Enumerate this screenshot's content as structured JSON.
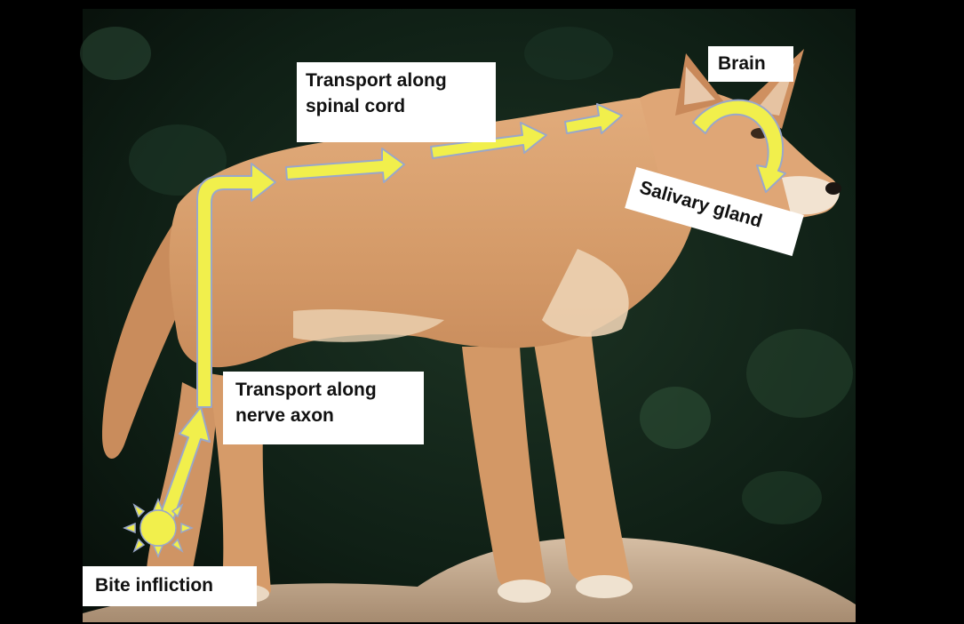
{
  "labels": {
    "brain": "Brain",
    "spinal_cord": "Transport along\nspinal cord",
    "salivary_gland": "Salivary gland",
    "nerve_axon": "Transport along\nnerve axon",
    "bite": "Bite infliction"
  },
  "colors": {
    "arrow_fill": "#f1ef4c",
    "arrow_stroke": "#9aa7c9",
    "dog_fur": "#d9a272",
    "background": "#0b1710",
    "rock": "#c9b096",
    "label_bg": "#ffffff",
    "frame": "#000000"
  },
  "icons": {
    "bite_site": "sun-burst-icon"
  }
}
